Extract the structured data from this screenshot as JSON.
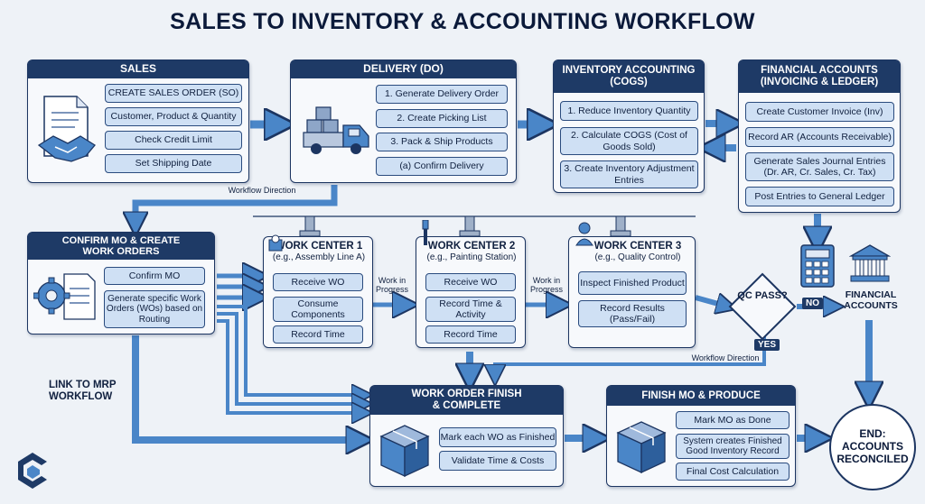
{
  "title": "SALES TO INVENTORY & ACCOUNTING WORKFLOW",
  "colors": {
    "navy": "#1e3a66",
    "box_fill": "#cfe0f4",
    "arrow": "#4a86c8",
    "background": "#eef2f7"
  },
  "sales": {
    "header": "SALES",
    "items": [
      "CREATE SALES ORDER (SO)",
      "Customer, Product & Quantity",
      "Check Credit Limit",
      "Set Shipping Date"
    ],
    "icon": "document-handshake-icon"
  },
  "delivery": {
    "header": "DELIVERY (DO)",
    "items": [
      "1. Generate Delivery Order",
      "2. Create Picking List",
      "3. Pack & Ship Products",
      "(a) Confirm Delivery"
    ],
    "icon": "delivery-truck-icon"
  },
  "inventory": {
    "header_line1": "INVENTORY ACCOUNTING",
    "header_line2": "(COGS)",
    "items": [
      "1. Reduce Inventory Quantity",
      "2. Calculate COGS (Cost of Goods Sold)",
      "3. Create Inventory Adjustment Entries"
    ]
  },
  "financial": {
    "header_line1": "FINANCIAL ACCOUNTS",
    "header_line2": "(INVOICING & LEDGER)",
    "items": [
      "Create Customer Invoice (Inv)",
      "Record AR (Accounts Receivable)",
      "Generate Sales Journal Entries (Dr. AR, Cr. Sales, Cr. Tax)",
      "Post Entries to General Ledger"
    ]
  },
  "confirm_mo": {
    "header_line1": "CONFIRM MO & CREATE",
    "header_line2": "WORK ORDERS",
    "items": [
      "Confirm MO",
      "Generate specific Work Orders (WOs) based on Routing"
    ],
    "icon": "gear-document-icon"
  },
  "wc1": {
    "title": "WORK CENTER 1",
    "subtitle": "(e.g., Assembly Line A)",
    "items": [
      "Receive WO",
      "Consume Components",
      "Record Time"
    ]
  },
  "wc2": {
    "title": "WORK CENTER 2",
    "subtitle": "(e.g., Painting Station)",
    "items": [
      "Receive WO",
      "Record Time & Activity",
      "Record Time"
    ]
  },
  "wc3": {
    "title": "WORK CENTER 3",
    "subtitle": "(e.g., Quality Control)",
    "items": [
      "Inspect Finished Product",
      "Record Results (Pass/Fail)"
    ]
  },
  "labels": {
    "workflow_direction_1": "Workflow Direction",
    "workflow_direction_2": "Workflow Direction",
    "work_in_progress_1": "Work in Progress",
    "work_in_progress_2": "Work in Progress",
    "link_mrp_line1": "LINK TO MRP",
    "link_mrp_line2": "WORKFLOW",
    "qc_pass": "QC PASS?",
    "no": "NO",
    "yes": "YES",
    "financial_accounts": "FINANCIAL ACCOUNTS",
    "end_line1": "END:",
    "end_line2": "ACCOUNTS",
    "end_line3": "RECONCILED"
  },
  "wo_finish": {
    "header_line1": "WORK ORDER FINISH",
    "header_line2": "& COMPLETE",
    "items": [
      "Mark each WO as Finished",
      "Validate Time & Costs"
    ],
    "icon": "package-box-icon"
  },
  "finish_mo": {
    "header": "FINISH MO & PRODUCE",
    "items": [
      "Mark MO as Done",
      "System creates Finished Good Inventory Record",
      "Final Cost Calculation"
    ],
    "icon": "package-box-icon"
  }
}
